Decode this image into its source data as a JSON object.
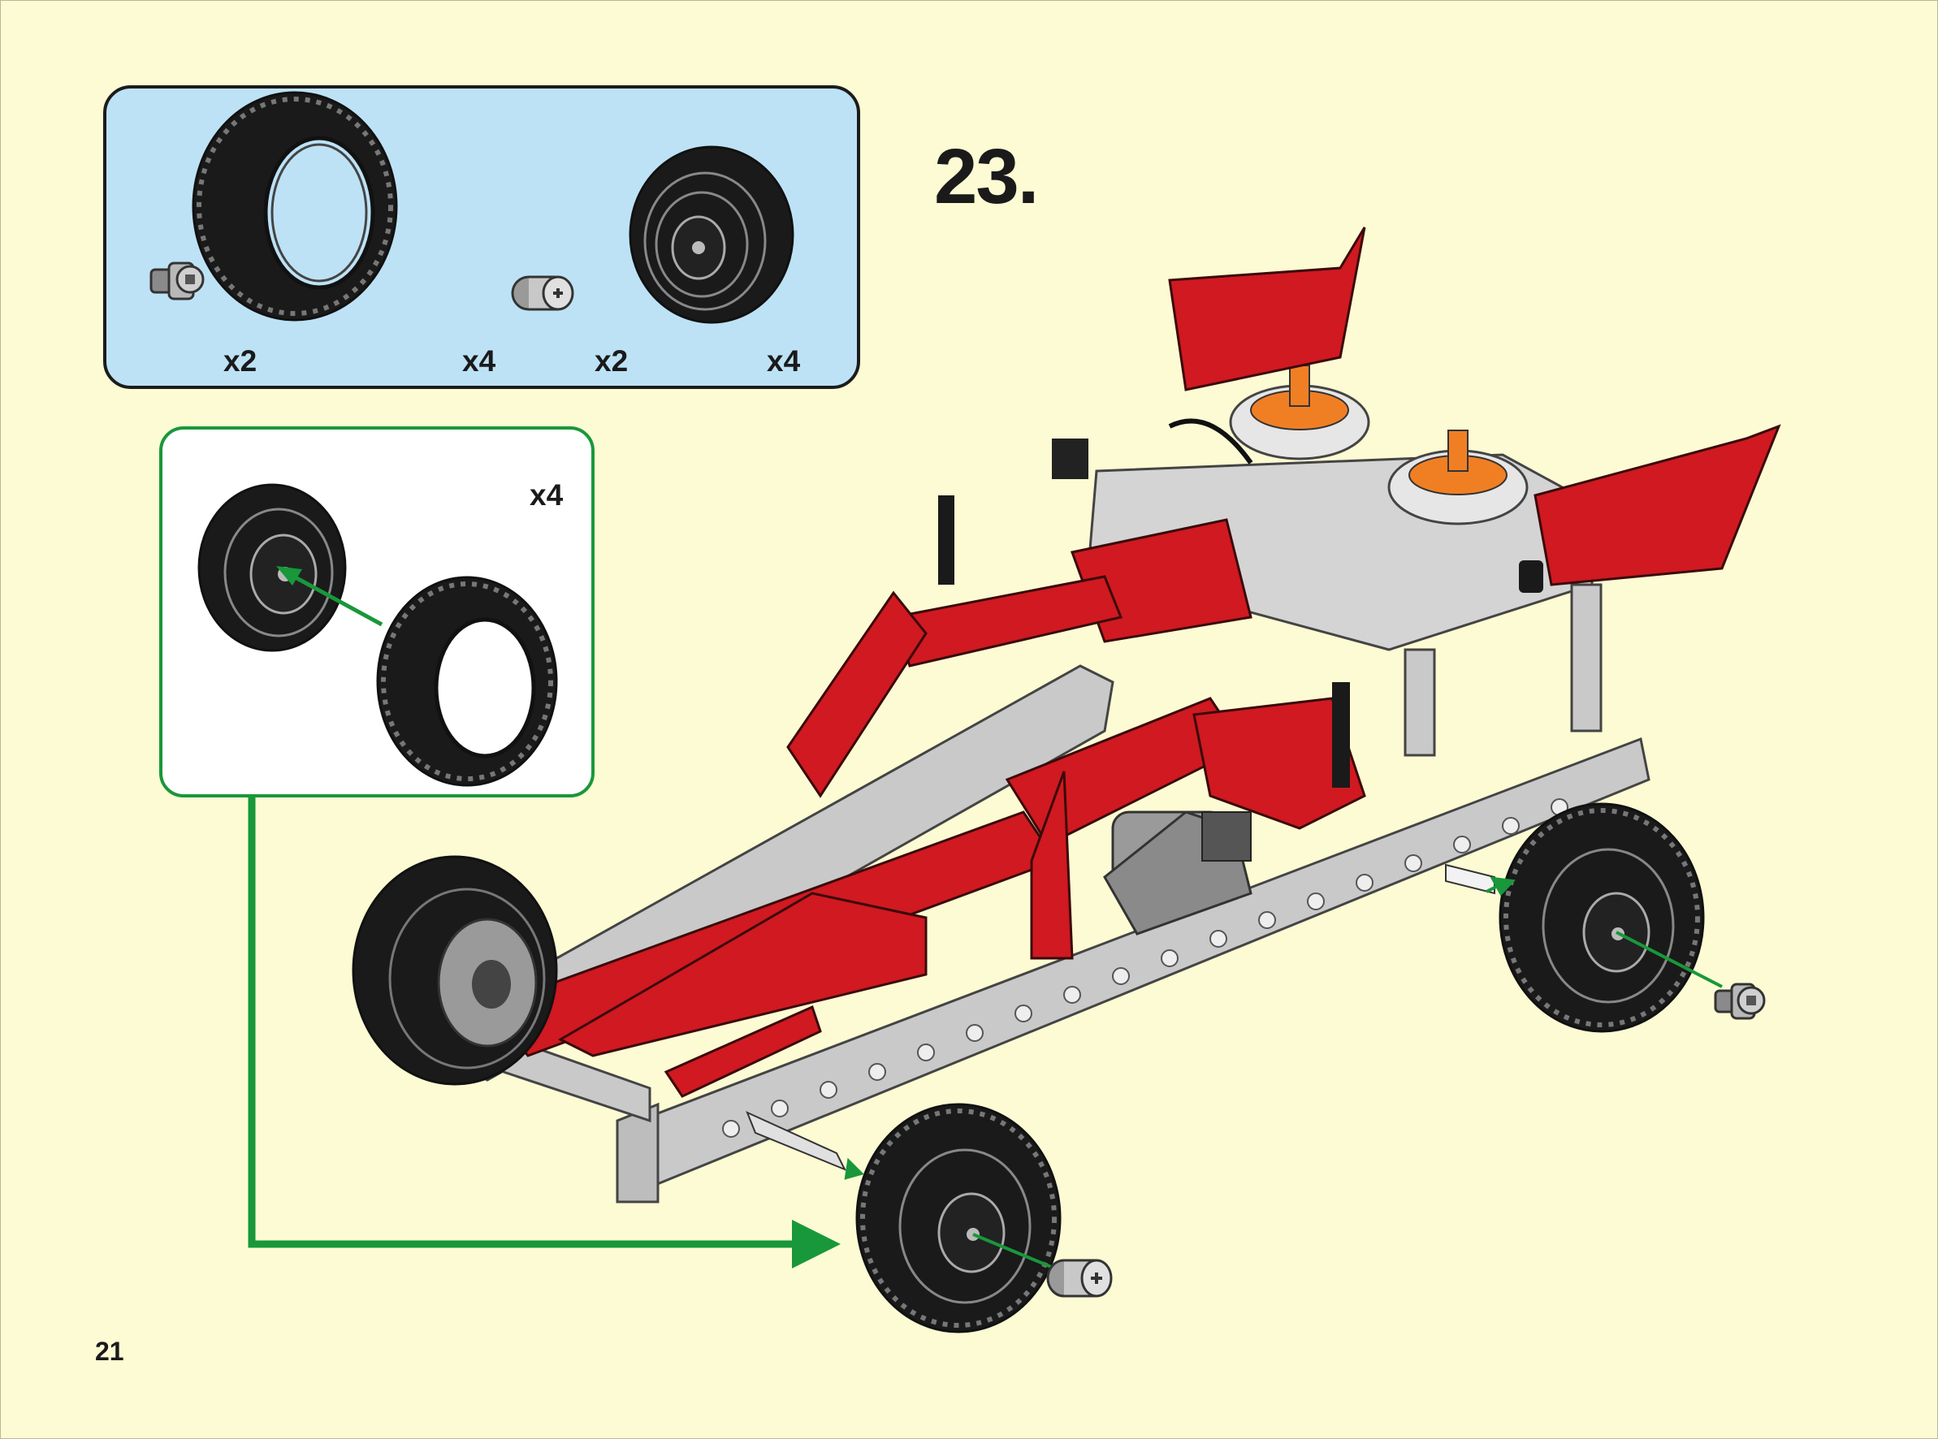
{
  "page": {
    "step_number": "23.",
    "page_number": "21"
  },
  "parts_callout": {
    "items": [
      {
        "icon": "pin-connector-icon",
        "quantity": "x2"
      },
      {
        "icon": "tire-icon",
        "quantity": "x4"
      },
      {
        "icon": "axle-bush-icon",
        "quantity": "x2"
      },
      {
        "icon": "wheel-rim-icon",
        "quantity": "x4"
      }
    ]
  },
  "subassembly": {
    "quantity": "x4",
    "icons": [
      "wheel-rim-icon",
      "tire-icon"
    ]
  },
  "colors": {
    "page_background": "#fdfbd3",
    "parts_box_fill": "#bde2f6",
    "subassembly_border": "#18983a",
    "arrow_green": "#18983a",
    "model_red": "#d01920",
    "model_gray": "#c9c9c9",
    "accent_orange": "#f07f24"
  }
}
